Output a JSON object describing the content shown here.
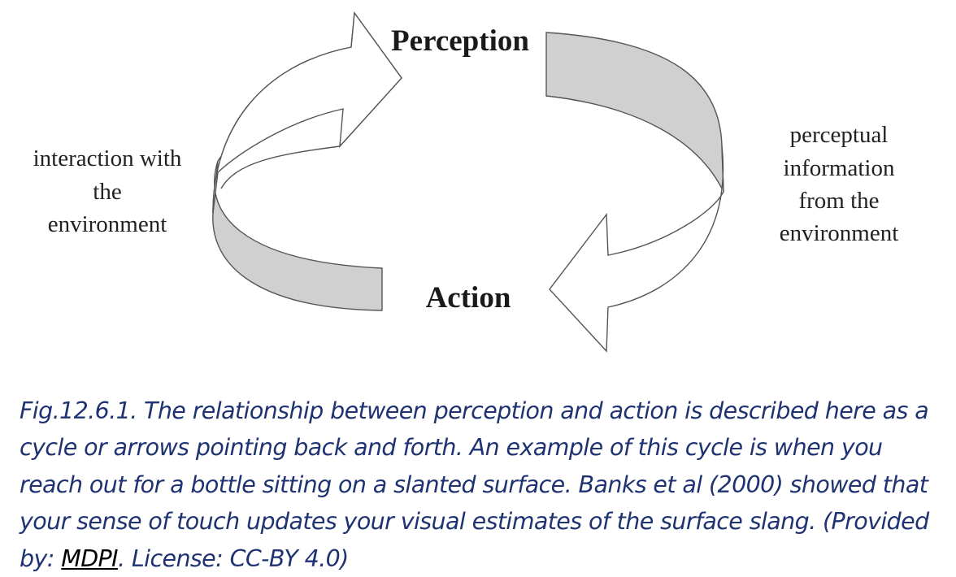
{
  "diagram": {
    "nodes": {
      "top": "Perception",
      "bottom": "Action"
    },
    "left_label": [
      "interaction with",
      "the",
      "environment"
    ],
    "right_label": [
      "perceptual",
      "information",
      "from the",
      "environment"
    ],
    "colors": {
      "arrow_fill_dark": "#d0d0d0",
      "arrow_fill_light": "#ffffff",
      "arrow_stroke": "#555555"
    }
  },
  "caption": {
    "text_before_link": "Fig.12.6.1. The relationship between perception and action is described here as a cycle or arrows pointing back and forth. An example of this cycle is when you reach out for a bottle sitting on a slanted surface. Banks et al (2000) showed that your sense of touch updates your visual estimates of the surface slang. (Provided by: ",
    "link_text": "MDPI",
    "text_after_link": ". License: CC-BY 4.0)",
    "color": "#1f3271"
  }
}
